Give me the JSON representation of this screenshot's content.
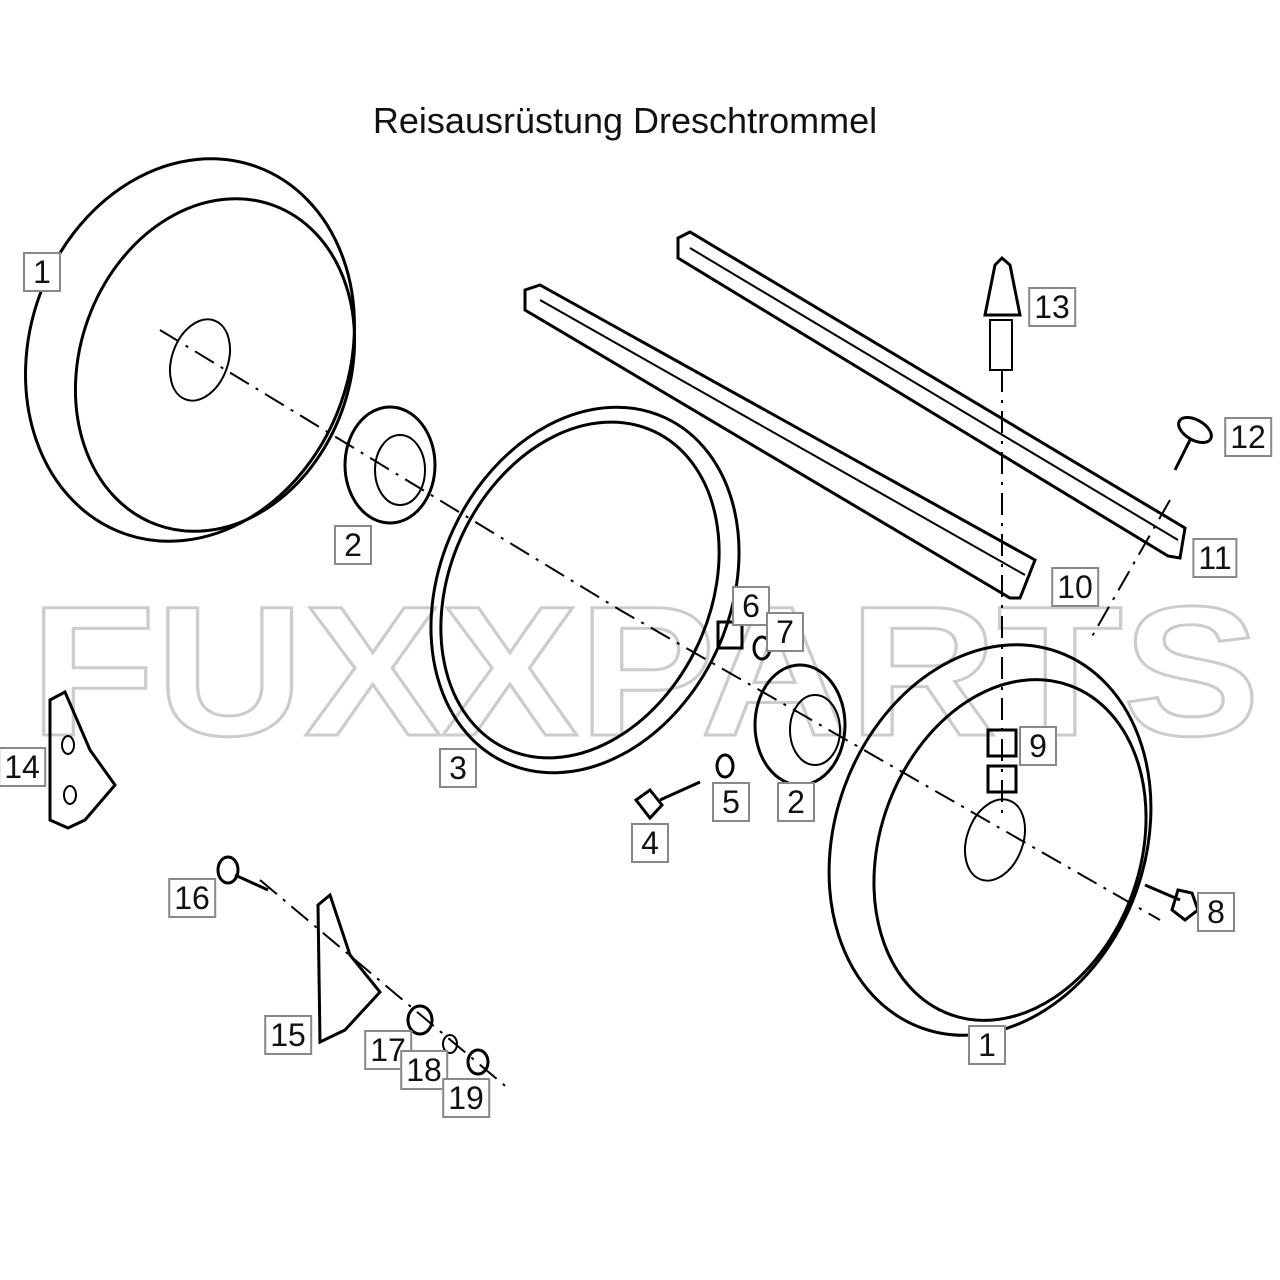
{
  "title": "Reisausrüstung Dreschtrommel",
  "watermark": "FUXXPARTS",
  "callouts": [
    "1",
    "2",
    "3",
    "4",
    "5",
    "2",
    "6",
    "7",
    "8",
    "9",
    "10",
    "11",
    "12",
    "13",
    "14",
    "15",
    "16",
    "17",
    "18",
    "19",
    "1"
  ]
}
